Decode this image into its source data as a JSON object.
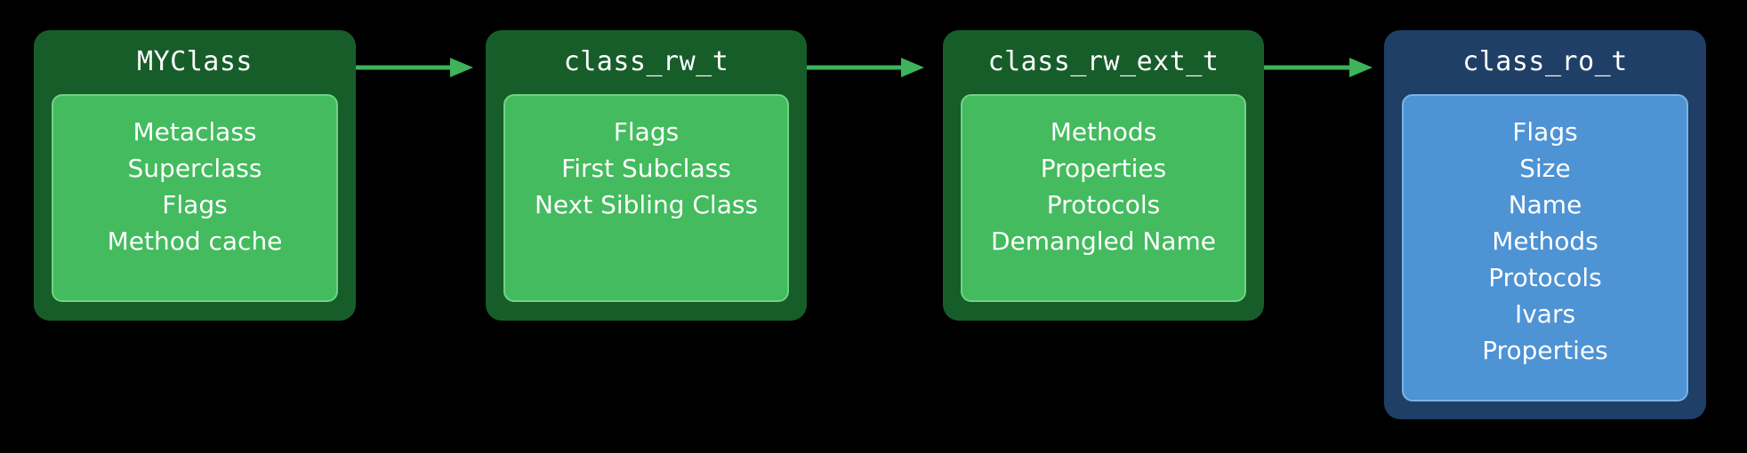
{
  "colors": {
    "background": "#000000",
    "green_outer": "#175d2a",
    "green_panel": "#43bb5e",
    "blue_outer": "#1f3f66",
    "blue_panel": "#4e93d4",
    "arrow": "#3db35a"
  },
  "boxes": [
    {
      "title": "MYClass",
      "theme": "green",
      "fields": [
        "Metaclass",
        "Superclass",
        "Flags",
        "Method cache"
      ]
    },
    {
      "title": "class_rw_t",
      "theme": "green",
      "fields": [
        "Flags",
        "First Subclass",
        "Next Sibling Class"
      ]
    },
    {
      "title": "class_rw_ext_t",
      "theme": "green",
      "fields": [
        "Methods",
        "Properties",
        "Protocols",
        "Demangled Name"
      ]
    },
    {
      "title": "class_ro_t",
      "theme": "blue",
      "fields": [
        "Flags",
        "Size",
        "Name",
        "Methods",
        "Protocols",
        "Ivars",
        "Properties"
      ]
    }
  ],
  "arrows": [
    {
      "from": "MYClass",
      "to": "class_rw_t"
    },
    {
      "from": "class_rw_t",
      "to": "class_rw_ext_t"
    },
    {
      "from": "class_rw_ext_t",
      "to": "class_ro_t"
    }
  ]
}
